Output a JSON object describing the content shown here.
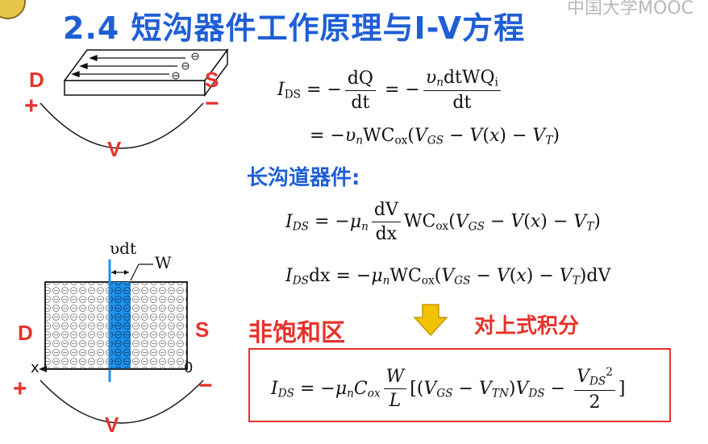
{
  "header": {
    "title": "2.4 短沟器件工作原理与I-V方程",
    "watermark": "中国大学MOOC"
  },
  "diagram_top": {
    "drain": "D",
    "source": "S",
    "plus": "+",
    "minus": "−",
    "voltage": "V"
  },
  "diagram_bottom": {
    "width_label": "W",
    "slice_label": "υdt",
    "drain": "D",
    "source": "S",
    "x_axis": "x",
    "origin": "0",
    "plus": "+",
    "minus": "−",
    "voltage": "V"
  },
  "equations": {
    "eq1_lhs": "I",
    "eq1_lhs_sub": "DS",
    "long_channel_heading": "长沟道器件:"
  },
  "annotations": {
    "nonsat_region": "非饱和区",
    "integrate_label": "对上式积分"
  },
  "colors": {
    "title_blue": "#1f5fd6",
    "label_red": "#e8322b",
    "channel_blue": "#1e90e8",
    "arrow_yellow": "#f2c200"
  }
}
